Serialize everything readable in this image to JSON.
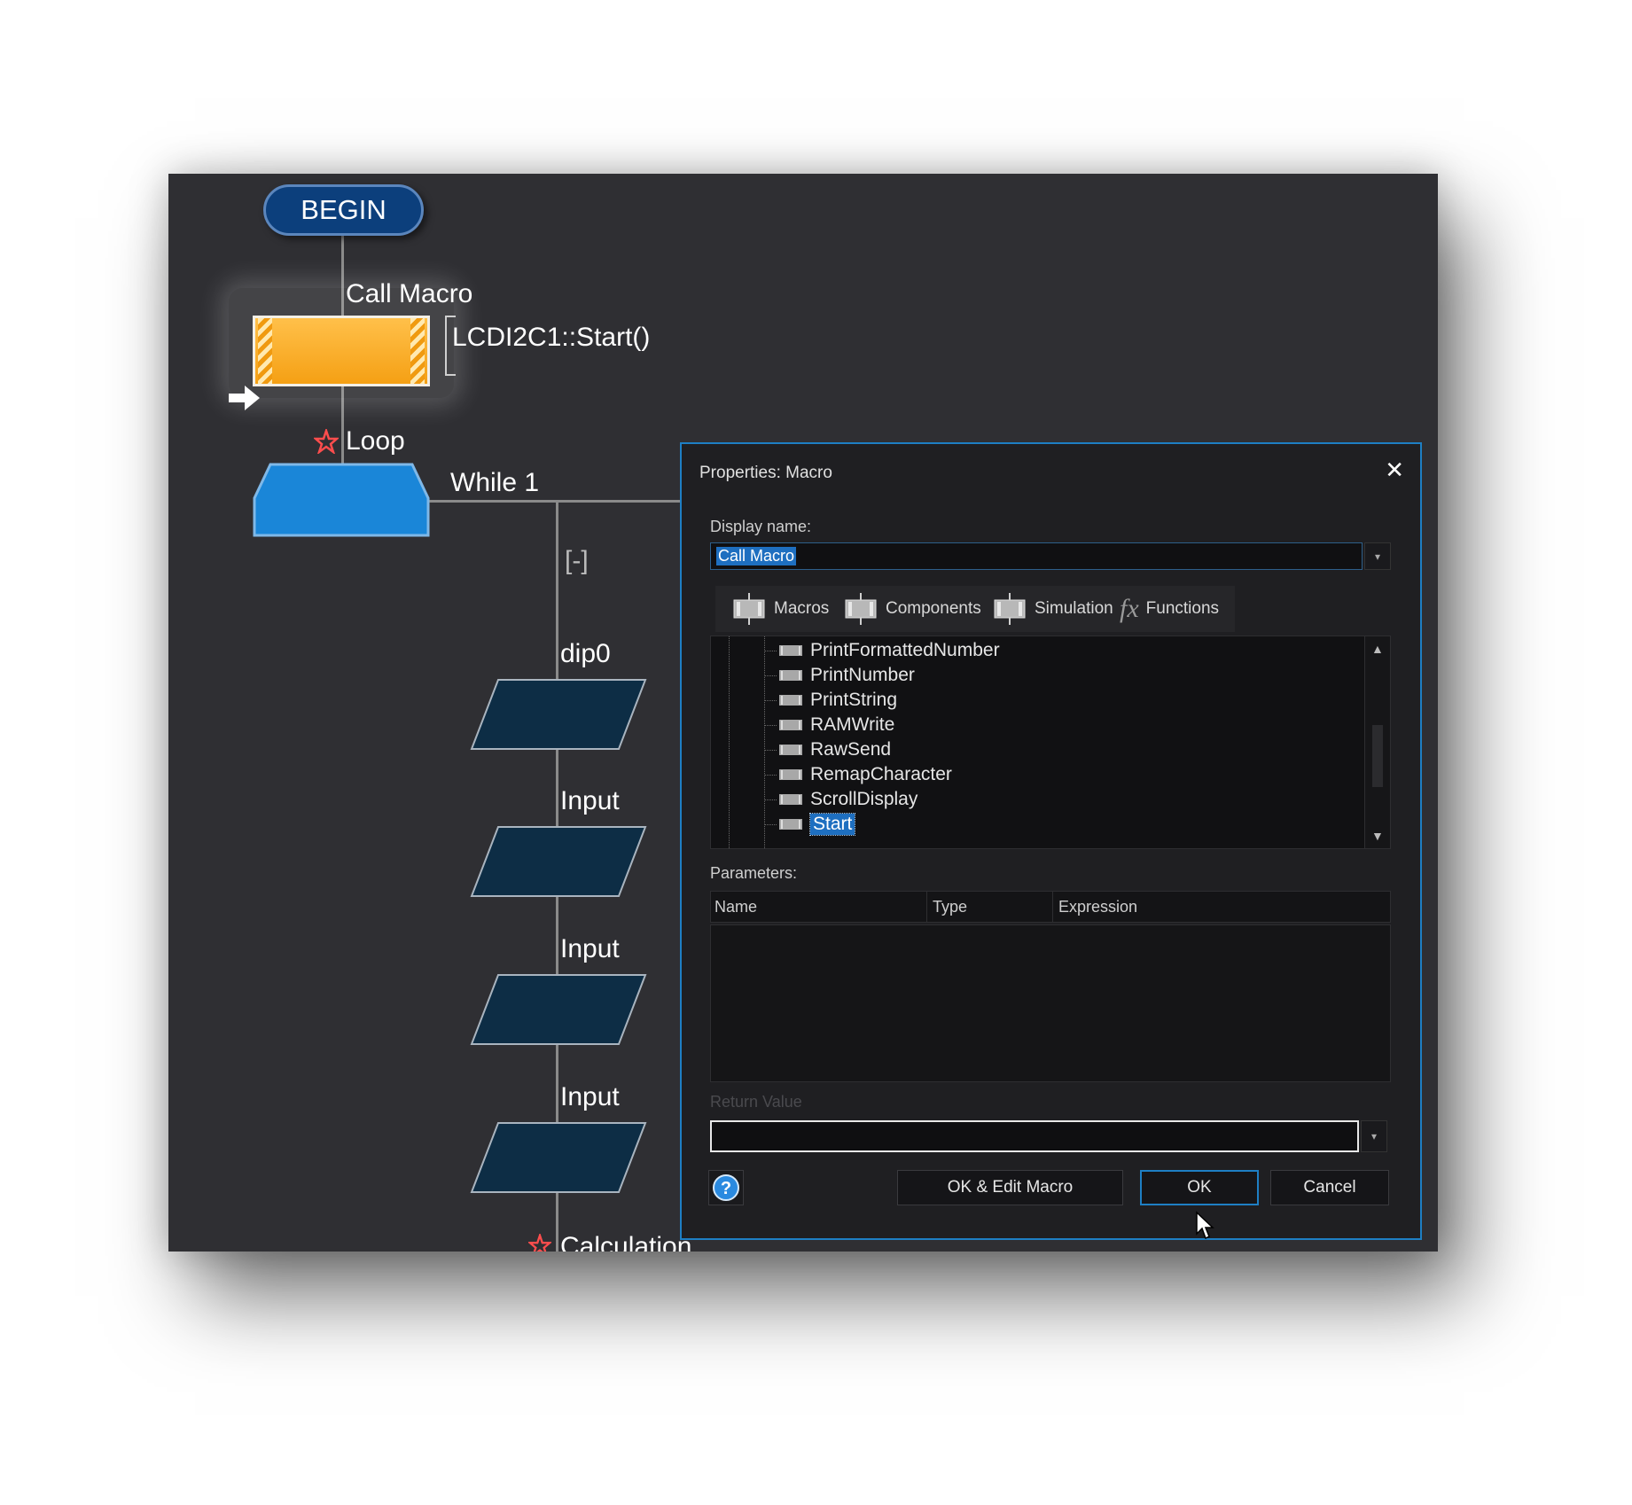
{
  "flowchart": {
    "begin_label": "BEGIN",
    "call_macro_label": "Call Macro",
    "call_macro_text": "LCDI2C1::Start()",
    "loop_label": "Loop",
    "loop_condition": "While 1",
    "collapse_label": "[-]",
    "input_labels": [
      "dip0",
      "Input",
      "Input",
      "Input"
    ],
    "calc_label": "Calculation"
  },
  "dialog": {
    "title": "Properties: Macro",
    "close_glyph": "✕",
    "display_name_label": "Display name:",
    "display_name_value": "Call Macro",
    "tabs": [
      "Macros",
      "Components",
      "Simulation",
      "Functions"
    ],
    "tree_items": [
      "PrintFormattedNumber",
      "PrintNumber",
      "PrintString",
      "RAMWrite",
      "RawSend",
      "RemapCharacter",
      "ScrollDisplay",
      "Start"
    ],
    "selected_item": "Start",
    "parameters_label": "Parameters:",
    "columns": [
      "Name",
      "Type",
      "Expression"
    ],
    "return_value_label": "Return Value",
    "buttons": {
      "ok_edit": "OK & Edit Macro",
      "ok": "OK",
      "cancel": "Cancel"
    },
    "help_glyph": "?"
  },
  "colors": {
    "accent": "#1e7fc4",
    "canvas_bg": "#2f2f33",
    "macro_fill": "#f7a81e",
    "loop_fill": "#1a86d8",
    "io_fill": "#0d2d45",
    "selection": "#1e6fc0"
  },
  "icons": {
    "macro_item": "macro-block-icon",
    "functions_tab": "fx-icon",
    "help": "question-icon",
    "arrow": "arrow-right-icon",
    "star": "star-icon"
  }
}
